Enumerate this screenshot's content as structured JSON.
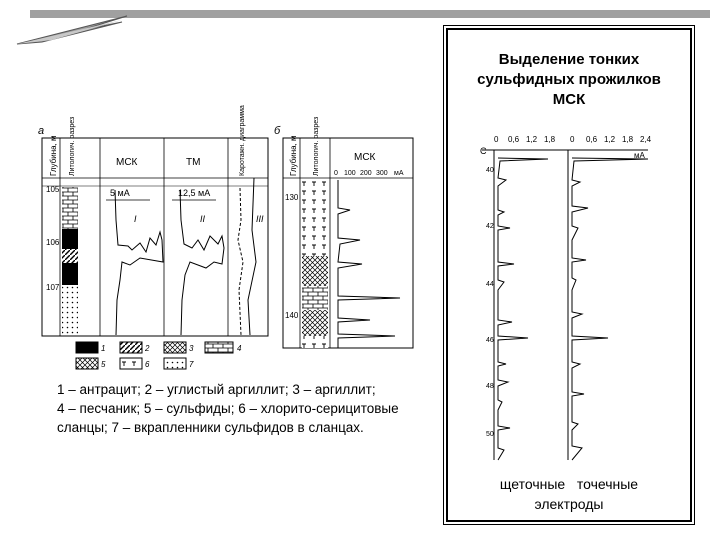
{
  "right_panel": {
    "title_lines": [
      "Выделение тонких",
      "сульфидных прожилков",
      "МСК"
    ],
    "caption_line1": "щеточные   точечные",
    "caption_line2": "электроды",
    "scale_left": [
      "0",
      "0,6",
      "1,2",
      "1,8"
    ],
    "scale_right": [
      "0",
      "0,6",
      "1,2",
      "1,8",
      "2,4"
    ],
    "scale_unit": "мА",
    "axis_letter": "С",
    "depth_ticks": [
      "40",
      "42",
      "44",
      "46",
      "48",
      "50"
    ]
  },
  "left_figure": {
    "label_a": "а",
    "label_b": "б",
    "col_depth": "Глубина, м",
    "col_lithology": "Литологич. разрез",
    "col_msk": "МСК",
    "col_tm": "ТМ",
    "col_cable": "Каротажн. диаграмма",
    "scale_msk": "5 мА",
    "scale_tm": "12,5 мА",
    "curve_labels": [
      "I",
      "II",
      "III"
    ],
    "depths": [
      "105",
      "106",
      "107"
    ],
    "b_depth": "Глубина, м",
    "b_lithology": "Литологич. разрез",
    "b_msk": "МСК",
    "b_scale": [
      "0",
      "100",
      "200",
      "300"
    ],
    "b_unit": "мА",
    "b_depths": [
      "130",
      "140"
    ],
    "legend_numbers": [
      "1",
      "2",
      "3",
      "4",
      "5",
      "6",
      "7"
    ]
  },
  "legend": {
    "line1": "1 – антрацит; 2 – углистый аргиллит; 3 – аргиллит;",
    "line2": "4 – песчаник; 5 – сульфиды; 6 – хлорито-серицитовые",
    "line3": "сланцы; 7 – вкрапленники сульфидов в сланцах."
  }
}
